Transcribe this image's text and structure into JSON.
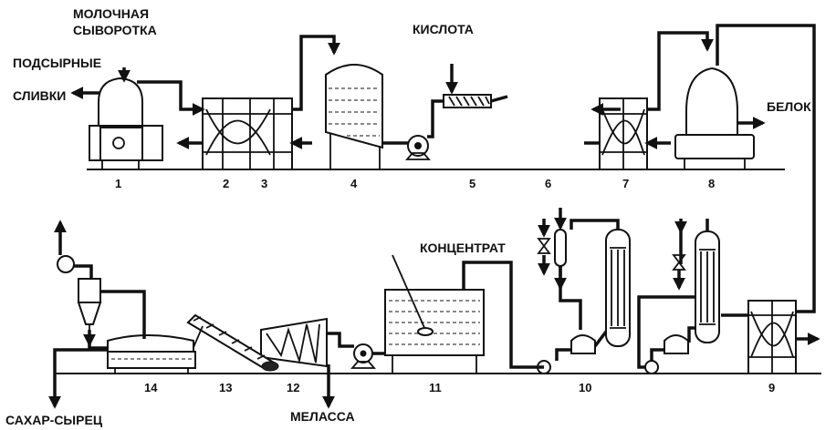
{
  "labels": {
    "whey": [
      "МОЛОЧНАЯ",
      "СЫВОРОТКА"
    ],
    "cream": [
      "ПОДСЫРНЫЕ",
      "СЛИВКИ"
    ],
    "acid": "КИСЛОТА",
    "protein": "БЕЛОК",
    "concentrate": "КОНЦЕНТРАТ",
    "raw_sugar": "САХАР-СЫРЕЦ",
    "molasses": "МЕЛАССА"
  },
  "numbers": {
    "n1": "1",
    "n2": "2",
    "n3": "3",
    "n4": "4",
    "n5": "5",
    "n6": "6",
    "n7": "7",
    "n8": "8",
    "n9": "9",
    "n10": "10",
    "n11": "11",
    "n12": "12",
    "n13": "13",
    "n14": "14"
  },
  "colors": {
    "ink": "#111111",
    "paper": "#ffffff"
  }
}
